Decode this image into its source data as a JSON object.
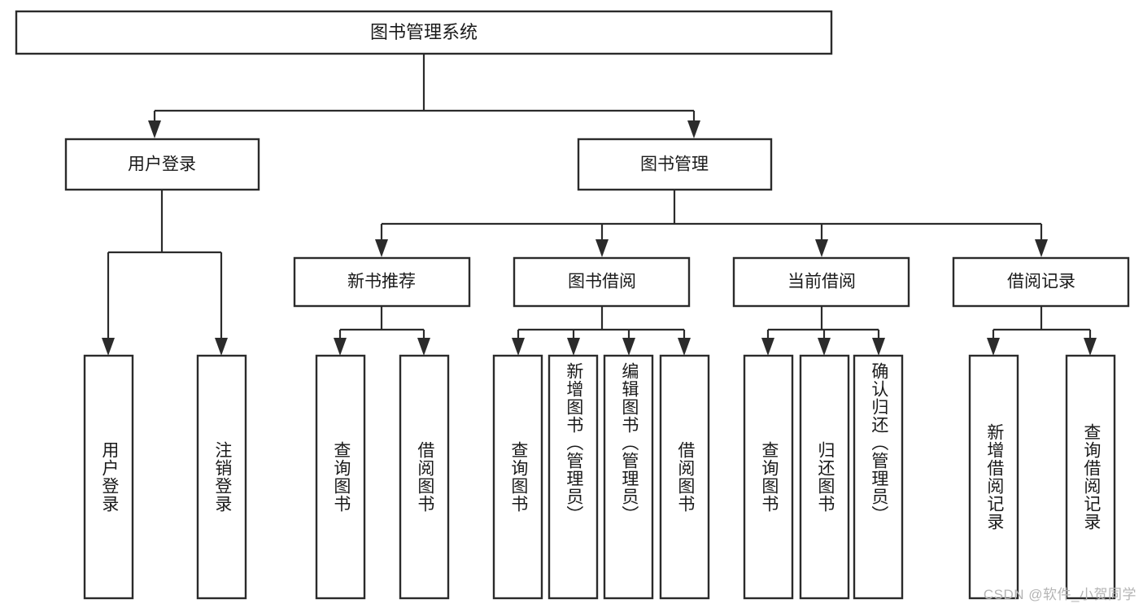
{
  "diagram": {
    "type": "tree-hierarchy",
    "title": "图书管理系统",
    "root": {
      "label": "图书管理系统",
      "children": [
        {
          "label": "用户登录",
          "children": [
            {
              "label": "用户登录"
            },
            {
              "label": "注销登录"
            }
          ]
        },
        {
          "label": "图书管理",
          "children": [
            {
              "label": "新书推荐",
              "children": [
                {
                  "label": "查询图书"
                },
                {
                  "label": "借阅图书"
                }
              ]
            },
            {
              "label": "图书借阅",
              "children": [
                {
                  "label": "查询图书"
                },
                {
                  "label": "新增图书（管理员）"
                },
                {
                  "label": "编辑图书（管理员）"
                },
                {
                  "label": "借阅图书"
                }
              ]
            },
            {
              "label": "当前借阅",
              "children": [
                {
                  "label": "查询图书"
                },
                {
                  "label": "归还图书"
                },
                {
                  "label": "确认归还（管理员）"
                }
              ]
            },
            {
              "label": "借阅记录",
              "children": [
                {
                  "label": "新增借阅记录"
                },
                {
                  "label": "查询借阅记录"
                }
              ]
            }
          ]
        }
      ]
    },
    "nodes": {
      "root": "图书管理系统",
      "level2": [
        "用户登录",
        "图书管理"
      ],
      "level3": [
        "新书推荐",
        "图书借阅",
        "当前借阅",
        "借阅记录"
      ],
      "leaves": [
        "用户登录",
        "注销登录",
        "查询图书",
        "借阅图书",
        "查询图书",
        "新增图书（管理员）",
        "编辑图书（管理员）",
        "借阅图书",
        "查询图书",
        "归还图书",
        "确认归还（管理员）",
        "新增借阅记录",
        "查询借阅记录"
      ]
    },
    "colors": {
      "box_fill": "#ffffff",
      "box_stroke": "#2b2b2b",
      "text": "#1a1a1a",
      "background": "#ffffff",
      "watermark": "#b4b4b4"
    }
  },
  "watermark": {
    "text": "CSDN @软件_小贺同学"
  }
}
